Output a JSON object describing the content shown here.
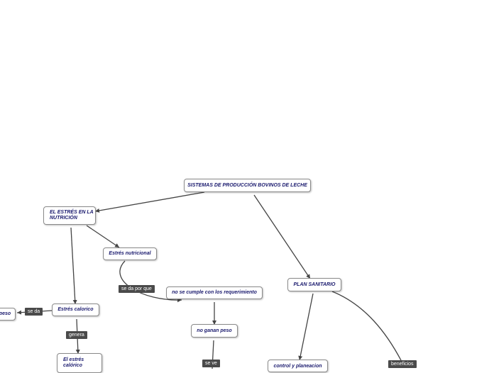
{
  "diagram": {
    "line_color": "#444444",
    "node_text_color": "#1a1a6e",
    "label_bg_color": "#4a4a4a",
    "nodes": {
      "root": "SISTEMAS DE PRODUCCIÓN BOVINOS DE LECHE",
      "estres_nutricion": "EL ESTRÉS EN LA NUTRICIÓN",
      "estres_nutricional": "Estrés nutricional",
      "no_cumple": "no se cumple con los requerimiento",
      "plan_sanitario": "PLAN SANITARIO",
      "estres_calorico": "Estrés calorico",
      "peso": "peso",
      "no_ganan_peso": "no ganan peso",
      "estres_calorico_2": "El estrés calórico",
      "control_planeacion": "control y planeacion"
    },
    "labels": {
      "se_da_por_que": "se da por que",
      "se_da": "se da",
      "genera": "genera",
      "se_ve": "se ve",
      "beneficios": "beneficios"
    }
  }
}
